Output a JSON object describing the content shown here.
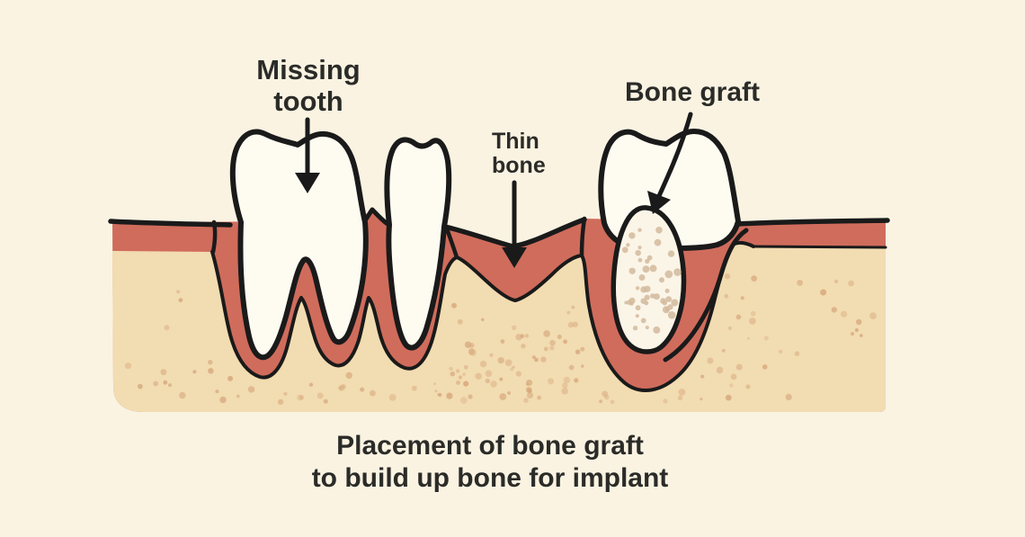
{
  "figure": {
    "type": "dental-illustration",
    "colors": {
      "background": "#FAF3E2",
      "outline": "#1A1A1A",
      "gum": "#D06C5C",
      "bone": "#F2DCB1",
      "tooth": "#FEFBF1",
      "graft_fill": "#FBF5E8",
      "bone_speckle": "#D7A87D",
      "graft_speckle": "#D2BA9C",
      "band_underline": "#42322B",
      "text": "#2B2B28"
    }
  },
  "labels": {
    "missing_tooth": {
      "line1": "Missing",
      "line2": "tooth"
    },
    "thin_bone": {
      "line1": "Thin",
      "line2": "bone"
    },
    "bone_graft": {
      "text": "Bone graft"
    }
  },
  "caption": {
    "line1": "Placement of bone graft",
    "line2": "to build up bone for implant"
  }
}
